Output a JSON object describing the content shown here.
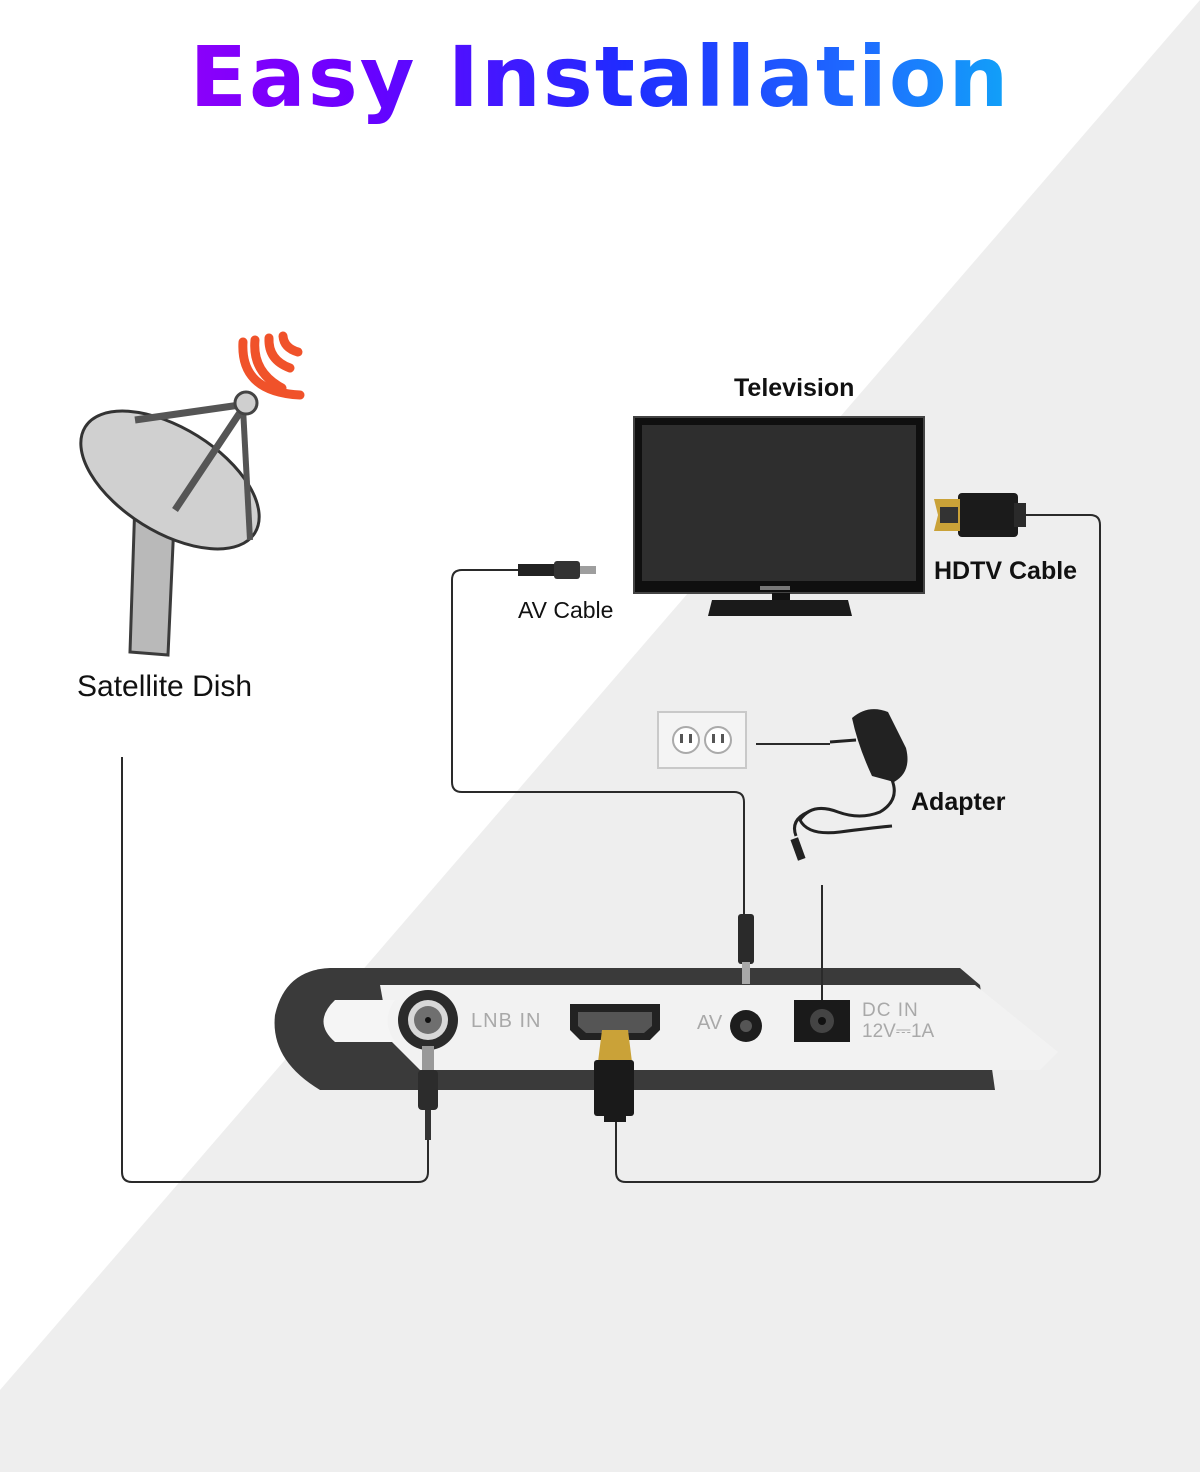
{
  "title": "Easy Installation",
  "labels": {
    "television": "Television",
    "hdtv_cable": "HDTV Cable",
    "av_cable": "AV Cable",
    "satellite_dish": "Satellite Dish",
    "adapter": "Adapter"
  },
  "receiver_ports": {
    "lnb_in": "LNB IN",
    "av": "AV",
    "dc_in": "DC IN",
    "dc_rating": "12V⎓1A"
  },
  "colors": {
    "signal_waves": "#f0522a",
    "title_gradient": [
      "#b100f5",
      "#1f2cff",
      "#00e6f0"
    ],
    "background_diagonal": "#eeeeee"
  },
  "icons": [
    "satellite-dish-icon",
    "signal-waves-icon",
    "television-icon",
    "hdmi-plug-icon",
    "av-plug-icon",
    "wall-outlet-icon",
    "power-adapter-icon",
    "receiver-box"
  ]
}
